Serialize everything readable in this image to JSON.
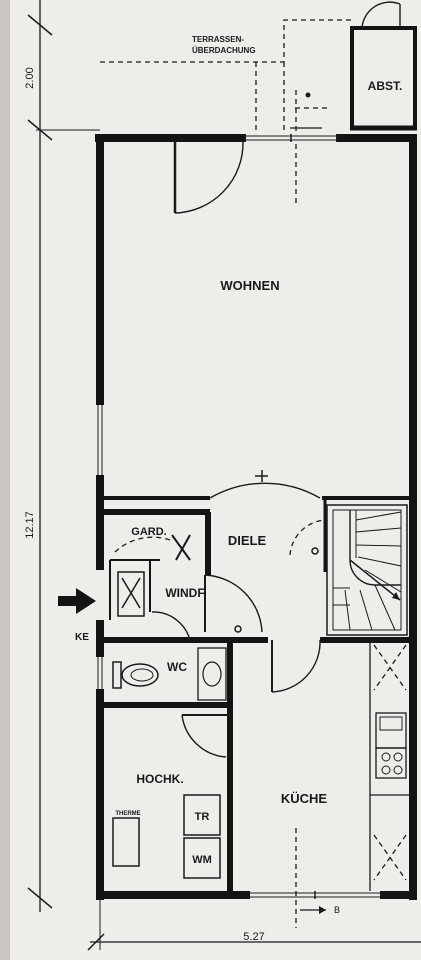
{
  "rooms": {
    "wohnen": "WOHNEN",
    "diele": "DIELE",
    "gard": "GARD.",
    "windf": "WINDF.",
    "wc": "WC",
    "hochk": "HOCHK.",
    "kueche": "KÜCHE",
    "abst": "ABST."
  },
  "labels": {
    "terrace_line1": "TERRASSEN-",
    "terrace_line2": "ÜBERDACHUNG",
    "ke": "KE",
    "therme": "THERME",
    "tr": "TR",
    "wm": "WM",
    "section_b": "B"
  },
  "dimensions": {
    "top_height": "2.00",
    "total_height": "12.17",
    "width": "5.27"
  },
  "colors": {
    "paper": "#efedea",
    "ink": "#141414"
  }
}
